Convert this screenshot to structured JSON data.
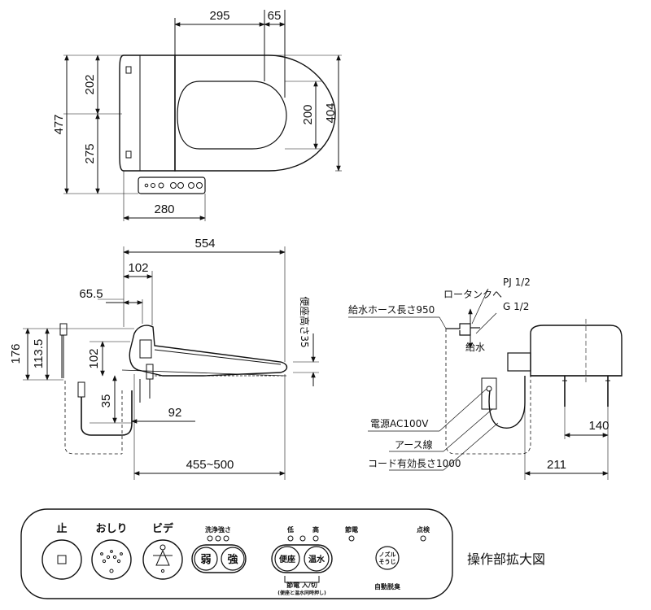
{
  "top_view": {
    "dims": {
      "w295": "295",
      "w65": "65",
      "h202": "202",
      "h275": "275",
      "h477": "477",
      "h200": "200",
      "h404": "404",
      "w280": "280"
    }
  },
  "side_view": {
    "dims": {
      "w554": "554",
      "w102": "102",
      "w65_5": "65.5",
      "h176": "176",
      "h113_5": "113.5",
      "h102": "102",
      "h35": "35",
      "w92": "92",
      "w455_500": "455~500",
      "seat_height": "便座高さ35"
    }
  },
  "connection_view": {
    "labels": {
      "pj": "PJ 1/2",
      "g": "G 1/2",
      "low_tank": "ロータンクへ",
      "hose_len": "給水ホース長さ950",
      "supply": "給水",
      "power": "電源AC100V",
      "earth": "アース線",
      "cord_len": "コード有効長さ1000"
    },
    "dims": {
      "w140": "140",
      "w211": "211"
    }
  },
  "control_panel": {
    "caption": "操作部拡大図",
    "top_labels": {
      "stop": "止",
      "oshiri": "おしり",
      "bidet": "ビデ",
      "wash_strength": "洗浄強さ",
      "low": "低",
      "high": "高",
      "power_save": "節電",
      "check": "点検"
    },
    "buttons": {
      "weak": "弱",
      "strong": "強",
      "seat": "便座",
      "warm_water": "温水",
      "nozzle_clean_line1": "ノズル",
      "nozzle_clean_line2": "そうじ"
    },
    "bottom_labels": {
      "power_save_toggle": "節電 入/切",
      "power_save_sub": "(便座と温水同時押し)",
      "auto_clean": "自動脱臭"
    }
  }
}
